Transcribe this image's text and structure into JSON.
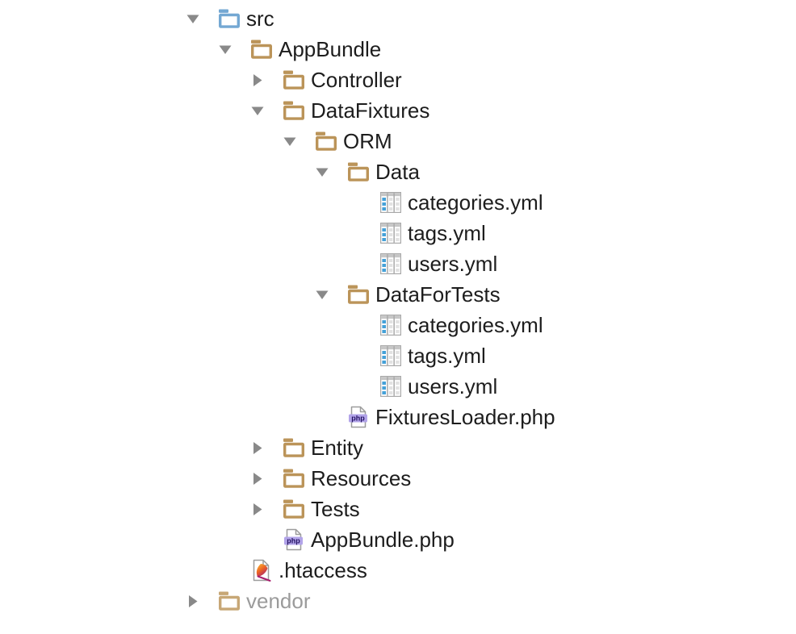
{
  "colors": {
    "background": "#ffffff",
    "text_dark": "#1d1d1d",
    "text_muted": "#9b9b9b",
    "arrow_gray": "#898989",
    "folder_tan": "#bb9459",
    "folder_blue": "#74a8d3",
    "file_outline": "#9c9c9c",
    "yml_blue": "#45a1d8",
    "yml_grid": "#a9a9a9",
    "yml_header": "#c6c6c6",
    "yml_row_faint": "#e2e2e2",
    "php_badge_bg": "#b2a4e9",
    "php_badge_text": "#241263",
    "feather_top": "#f9c33c",
    "feather_mid": "#ee6723",
    "feather_tip": "#a81e6e"
  },
  "icons": {
    "expanded_glyph": "chevron-down-icon",
    "collapsed_glyph": "chevron-right-icon",
    "php_badge_label": "php"
  },
  "tree": {
    "rows": [
      {
        "label": "src",
        "level": 0,
        "icon": "folder-source",
        "state": "expanded"
      },
      {
        "label": "AppBundle",
        "level": 1,
        "icon": "folder",
        "state": "expanded"
      },
      {
        "label": "Controller",
        "level": 2,
        "icon": "folder",
        "state": "collapsed"
      },
      {
        "label": "DataFixtures",
        "level": 2,
        "icon": "folder",
        "state": "expanded"
      },
      {
        "label": "ORM",
        "level": 3,
        "icon": "folder",
        "state": "expanded"
      },
      {
        "label": "Data",
        "level": 4,
        "icon": "folder",
        "state": "expanded"
      },
      {
        "label": "categories.yml",
        "level": 5,
        "icon": "yml"
      },
      {
        "label": "tags.yml",
        "level": 5,
        "icon": "yml"
      },
      {
        "label": "users.yml",
        "level": 5,
        "icon": "yml"
      },
      {
        "label": "DataForTests",
        "level": 4,
        "icon": "folder",
        "state": "expanded"
      },
      {
        "label": "categories.yml",
        "level": 5,
        "icon": "yml"
      },
      {
        "label": "tags.yml",
        "level": 5,
        "icon": "yml"
      },
      {
        "label": "users.yml",
        "level": 5,
        "icon": "yml"
      },
      {
        "label": "FixturesLoader.php",
        "level": 4,
        "icon": "php"
      },
      {
        "label": "Entity",
        "level": 2,
        "icon": "folder",
        "state": "collapsed"
      },
      {
        "label": "Resources",
        "level": 2,
        "icon": "folder",
        "state": "collapsed"
      },
      {
        "label": "Tests",
        "level": 2,
        "icon": "folder",
        "state": "collapsed"
      },
      {
        "label": "AppBundle.php",
        "level": 2,
        "icon": "php"
      },
      {
        "label": ".htaccess",
        "level": 1,
        "icon": "htaccess"
      },
      {
        "label": "vendor",
        "level": 0,
        "icon": "folder",
        "state": "collapsed",
        "muted": true
      }
    ]
  }
}
